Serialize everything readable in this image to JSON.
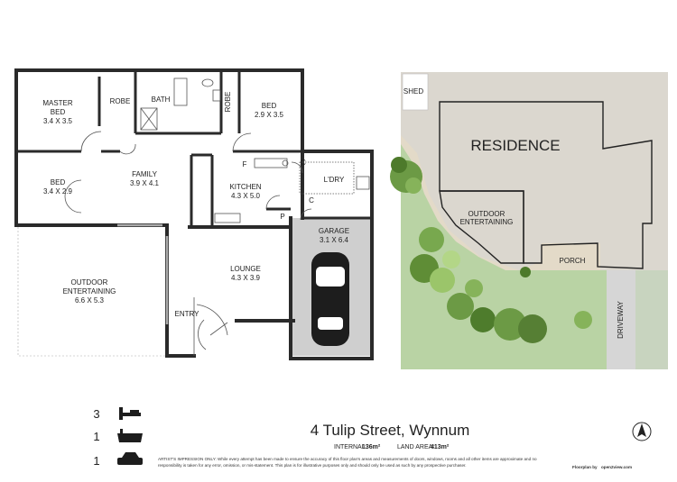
{
  "rooms": {
    "master_bed_name": "MASTER\nBED",
    "master_bed_line1": "MASTER",
    "master_bed_line2": "BED",
    "master_bed_size": "3.4 X 3.5",
    "robe1": "ROBE",
    "bath": "BATH",
    "robe2": "ROBE",
    "bed_right": "BED",
    "bed_right_size": "2.9 X 3.5",
    "bed_left": "BED",
    "bed_left_size": "3.4 X 2.9",
    "family": "FAMILY",
    "family_size": "3.9 X 4.1",
    "kitchen": "KITCHEN",
    "kitchen_size": "4.3 X 5.0",
    "fridge": "F",
    "cupboard_c1": "C",
    "cupboard_c2": "C",
    "pantry": "P",
    "laundry": "L'DRY",
    "garage": "GARAGE",
    "garage_size": "3.1 X 6.4",
    "lounge": "LOUNGE",
    "lounge_size": "4.3 X 3.9",
    "outdoor_line1": "OUTDOOR",
    "outdoor_line2": "ENTERTAINING",
    "outdoor_size": "6.6 X 5.3",
    "entry": "ENTRY"
  },
  "site": {
    "shed": "SHED",
    "residence": "RESIDENCE",
    "outdoor_line1": "OUTDOOR",
    "outdoor_line2": "ENTERTAINING",
    "porch": "PORCH",
    "driveway": "DRIVEWAY"
  },
  "legend": [
    {
      "count": "3",
      "icon": "bed-icon"
    },
    {
      "count": "1",
      "icon": "bath-icon"
    },
    {
      "count": "1",
      "icon": "car-icon"
    }
  ],
  "footer": {
    "address": "4 Tulip Street, Wynnum",
    "internal_label": "INTERNAL:",
    "internal_value": "136m²",
    "land_label": "LAND AREA:",
    "land_value": "413m²",
    "disclaimer_line1": "ARTIST'S IMPRESSION ONLY: While every attempt has been made to ensure the accuracy of this floor plan's areas and measurements of doors, windows, rooms and all other items are approximate and no",
    "disclaimer_line2": "responsibility is taken for any error, omission, or mis-statement. This plan is for illustrative purposes only and should only be used as such by any prospective purchaser.",
    "credit_prefix": "Floorplan by",
    "credit_brand": "open2view.com"
  },
  "colors": {
    "wall": "#2a2a2a",
    "garage_fill": "#cfcfcf",
    "land_tan": "#e3dac8",
    "lawn": "#b9d3a4",
    "grey_path": "#d6d6d6",
    "residence_fill": "#ffffff"
  }
}
